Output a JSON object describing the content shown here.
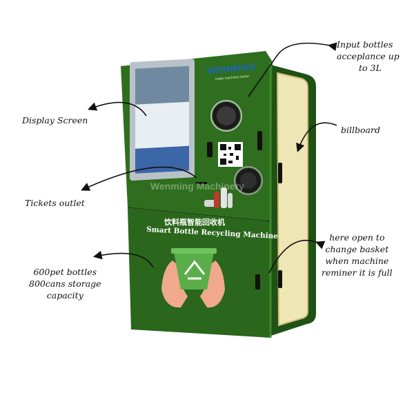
{
  "brand": {
    "logo": "WENMING",
    "tagline": "make machines better",
    "watermark": "Wenming Machinery"
  },
  "machine": {
    "title_cn": "饮料瓶智能回收机",
    "title_en": "Smart Bottle Recycling Machine"
  },
  "callouts": {
    "input": [
      "Input bottles",
      "acceplance up",
      "to 3L"
    ],
    "display": "Display Screen",
    "billboard": "billboard",
    "tickets": "Tickets outlet",
    "storage": [
      "600pet bottles",
      "800cans storage",
      "capacity"
    ],
    "basket": [
      "here open to",
      "change basket",
      "when machine",
      "reminer it is full"
    ]
  },
  "colors": {
    "body": "#2e6e1e",
    "body_dark": "#1f5214",
    "body_light": "#3f8a2c",
    "screen": "#e8eef2",
    "billboard": "#efe6b5",
    "recycle_bin": "#5aae4a"
  }
}
